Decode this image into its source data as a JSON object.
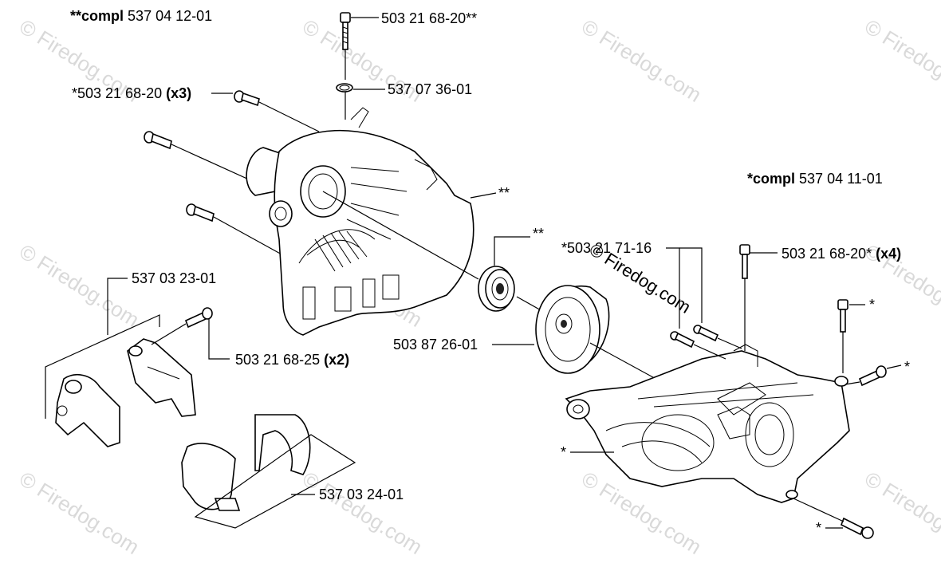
{
  "labels": {
    "compl_top": {
      "prefix": "**compl",
      "code": "537 04 12-01"
    },
    "top_screw": "503 21 68-20**",
    "x3_screw": {
      "code": "*503 21 68-20",
      "qty": "(x3)"
    },
    "clip": "537 07 36-01",
    "housing_marker": "**",
    "bearing_marker": "**",
    "compl_right": {
      "prefix": "*compl",
      "code": "537 04 11-01"
    },
    "right_pin": "*503 21 71-16",
    "x4_screw": {
      "code": "503 21 68-20*",
      "qty": "(x4)"
    },
    "left_part": "537 03 23-01",
    "x2_screw": {
      "code": "503 21 68-25",
      "qty": "(x2)"
    },
    "drum": "503 87 26-01",
    "bottom_part": "537 03 24-01",
    "star_a": "*",
    "star_b": "*",
    "star_c": "*",
    "star_d": "*"
  },
  "watermark": "© Firedog.com",
  "colors": {
    "line": "#000000",
    "watermark": "#d9d9d9"
  }
}
